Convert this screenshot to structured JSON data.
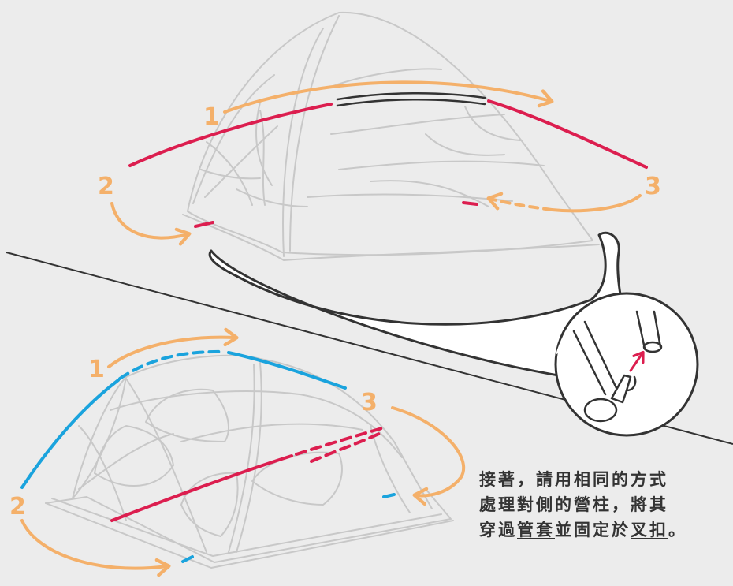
{
  "colors": {
    "background": "#ececec",
    "orange": "#f4b06a",
    "red": "#dc1e4f",
    "blue": "#1aa3dd",
    "tent_outline": "#c4c4c4",
    "dark": "#333333"
  },
  "top_diagram": {
    "step_labels": [
      "1",
      "2",
      "3"
    ]
  },
  "bottom_diagram": {
    "step_labels": [
      "1",
      "2",
      "3"
    ]
  },
  "detail_callout": {
    "icon": "pole-tip-into-buckle-detail"
  },
  "caption": {
    "line1": "接著，請用相同的方式",
    "line2": "處理對側的營柱，將其",
    "line3_a": "穿過",
    "line3_sleeve": "管套",
    "line3_b": "並固定於",
    "line3_buckle": "叉扣",
    "line3_c": "。"
  }
}
